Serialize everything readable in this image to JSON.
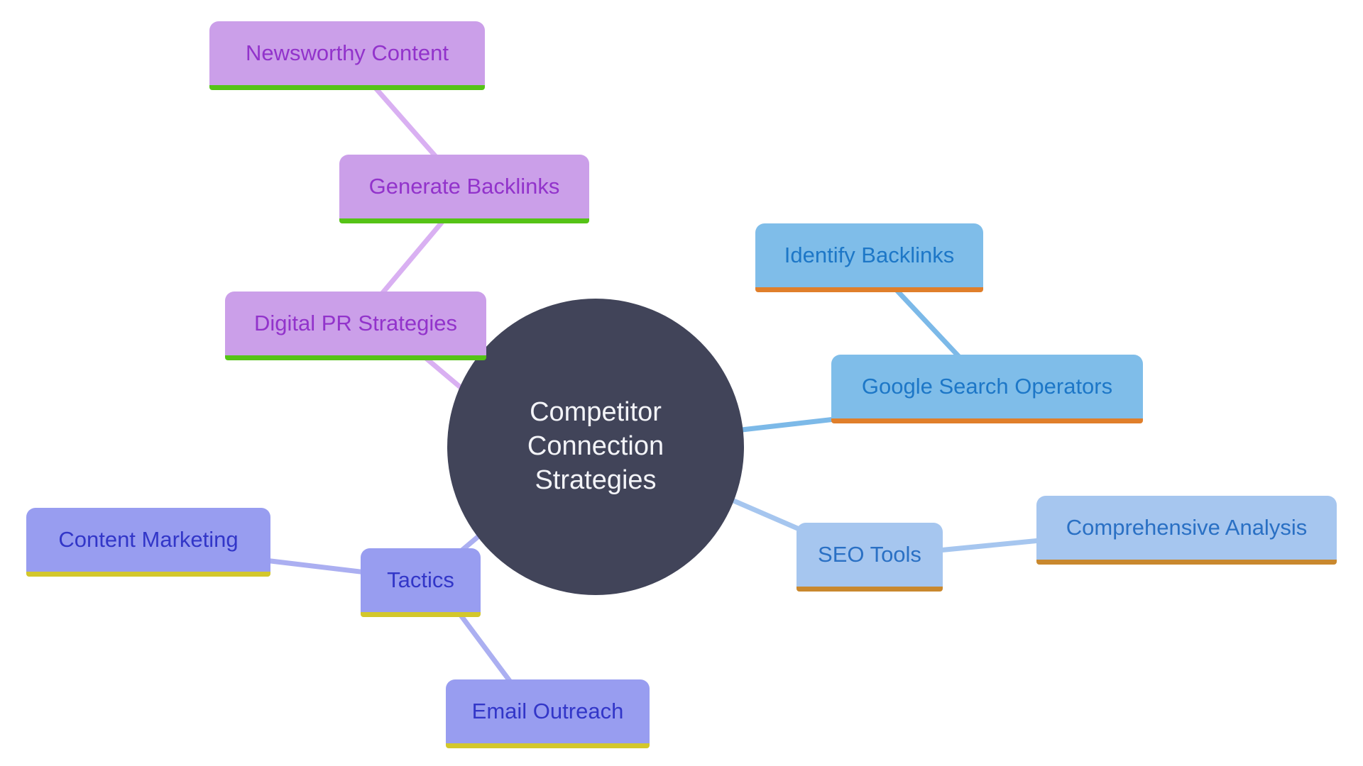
{
  "mindmap": {
    "root": {
      "label": "Competitor Connection Strategies",
      "fill": "#414459",
      "text_color": "#f3f4f8",
      "shape": "circle"
    },
    "branches": [
      {
        "id": "digital-pr",
        "fill": "#cb9fe9",
        "text_color": "#9233cb",
        "underline_color": "#55c316",
        "edge_color": "#d9b0f2",
        "nodes": [
          {
            "id": "digital-pr-strategies",
            "label": "Digital PR Strategies"
          },
          {
            "id": "generate-backlinks",
            "label": "Generate Backlinks"
          },
          {
            "id": "newsworthy-content",
            "label": "Newsworthy Content"
          }
        ]
      },
      {
        "id": "google-search",
        "fill": "#7fbde9",
        "text_color": "#1d77c7",
        "underline_color": "#e07f2b",
        "edge_color": "#7cb9e8",
        "nodes": [
          {
            "id": "google-search-operators",
            "label": "Google Search Operators"
          },
          {
            "id": "identify-backlinks",
            "label": "Identify Backlinks"
          }
        ]
      },
      {
        "id": "seo-tools-branch",
        "fill": "#a6c6ef",
        "text_color": "#2a70c4",
        "underline_color": "#c9882e",
        "edge_color": "#a6c6ef",
        "nodes": [
          {
            "id": "seo-tools",
            "label": "SEO Tools"
          },
          {
            "id": "comprehensive-analysis",
            "label": "Comprehensive Analysis"
          }
        ]
      },
      {
        "id": "tactics-branch",
        "fill": "#989df0",
        "text_color": "#3236c8",
        "underline_color": "#d3c72b",
        "edge_color": "#abaff1",
        "nodes": [
          {
            "id": "tactics",
            "label": "Tactics"
          },
          {
            "id": "content-marketing",
            "label": "Content Marketing"
          },
          {
            "id": "email-outreach",
            "label": "Email Outreach"
          }
        ]
      }
    ],
    "edges": [
      {
        "from": "newsworthy-content",
        "to": "generate-backlinks"
      },
      {
        "from": "generate-backlinks",
        "to": "digital-pr-strategies"
      },
      {
        "from": "digital-pr-strategies",
        "to": "root"
      },
      {
        "from": "identify-backlinks",
        "to": "google-search-operators"
      },
      {
        "from": "root",
        "to": "google-search-operators"
      },
      {
        "from": "root",
        "to": "seo-tools"
      },
      {
        "from": "seo-tools",
        "to": "comprehensive-analysis"
      },
      {
        "from": "root",
        "to": "tactics"
      },
      {
        "from": "tactics",
        "to": "content-marketing"
      },
      {
        "from": "tactics",
        "to": "email-outreach"
      }
    ]
  }
}
